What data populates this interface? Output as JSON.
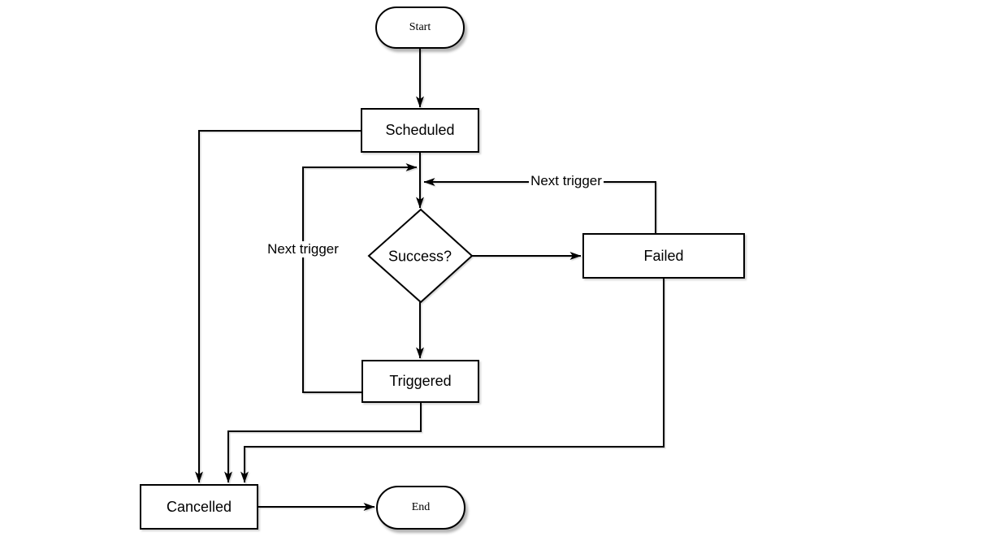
{
  "diagram": {
    "type": "flowchart",
    "background": "#ffffff",
    "colors": {
      "stroke": "#000000",
      "node_fill": "#ffffff",
      "text": "#000000"
    },
    "nodes": [
      {
        "id": "start",
        "shape": "stadium",
        "label": "Start"
      },
      {
        "id": "scheduled",
        "shape": "rectangle",
        "label": "Scheduled"
      },
      {
        "id": "success",
        "shape": "diamond",
        "label": "Success?"
      },
      {
        "id": "failed",
        "shape": "rectangle",
        "label": "Failed"
      },
      {
        "id": "triggered",
        "shape": "rectangle",
        "label": "Triggered"
      },
      {
        "id": "cancelled",
        "shape": "rectangle",
        "label": "Cancelled"
      },
      {
        "id": "end",
        "shape": "stadium",
        "label": "End"
      }
    ],
    "edges": [
      {
        "from": "start",
        "to": "scheduled",
        "label": ""
      },
      {
        "from": "scheduled",
        "to": "success",
        "label": ""
      },
      {
        "from": "triggered",
        "to": "success",
        "label": "Next trigger"
      },
      {
        "from": "failed",
        "to": "success",
        "label": "Next trigger"
      },
      {
        "from": "success",
        "to": "failed",
        "label": ""
      },
      {
        "from": "success",
        "to": "triggered",
        "label": ""
      },
      {
        "from": "scheduled",
        "to": "cancelled",
        "label": ""
      },
      {
        "from": "triggered",
        "to": "cancelled",
        "label": ""
      },
      {
        "from": "failed",
        "to": "cancelled",
        "label": ""
      },
      {
        "from": "cancelled",
        "to": "end",
        "label": ""
      }
    ]
  }
}
